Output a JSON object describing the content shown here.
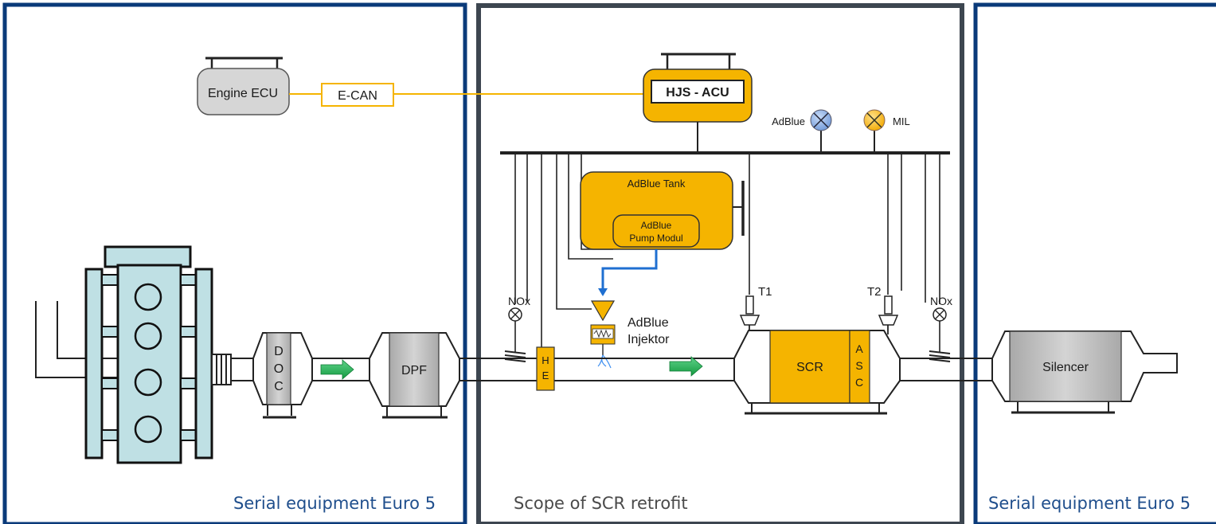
{
  "panels": {
    "left_caption": "Serial equipment Euro 5",
    "middle_caption": "Scope of SCR retrofit",
    "right_caption": "Serial equipment Euro 5"
  },
  "components": {
    "engine_ecu": "Engine ECU",
    "e_can": "E-CAN",
    "acu": "HJS - ACU",
    "adblue_lamp": "AdBlue",
    "mil_lamp": "MIL",
    "adblue_tank": "AdBlue Tank",
    "pump_line1": "AdBlue",
    "pump_line2": "Pump Modul",
    "injector_line1": "AdBlue",
    "injector_line2": "Injektor",
    "doc": [
      "D",
      "O",
      "C"
    ],
    "dpf": "DPF",
    "he": [
      "H",
      "E"
    ],
    "scr": "SCR",
    "asc": [
      "A",
      "S",
      "C"
    ],
    "silencer": "Silencer",
    "nox_in": "NOx",
    "nox_out": "NOx",
    "t1": "T1",
    "t2": "T2"
  },
  "colors": {
    "panel_blue": "#0a3a7a",
    "panel_gray": "#3d4650",
    "caption_blue": "#1f4e8c",
    "caption_gray": "#4a4a4a",
    "scr_yellow": "#f5b400",
    "engine_fill": "#bfe0e4",
    "adblue_line": "#1f6fd1",
    "flow_arrow": "#1aa84a",
    "lamp_blue": "#8fb3e8",
    "gray_box": "#c8c8c8"
  }
}
